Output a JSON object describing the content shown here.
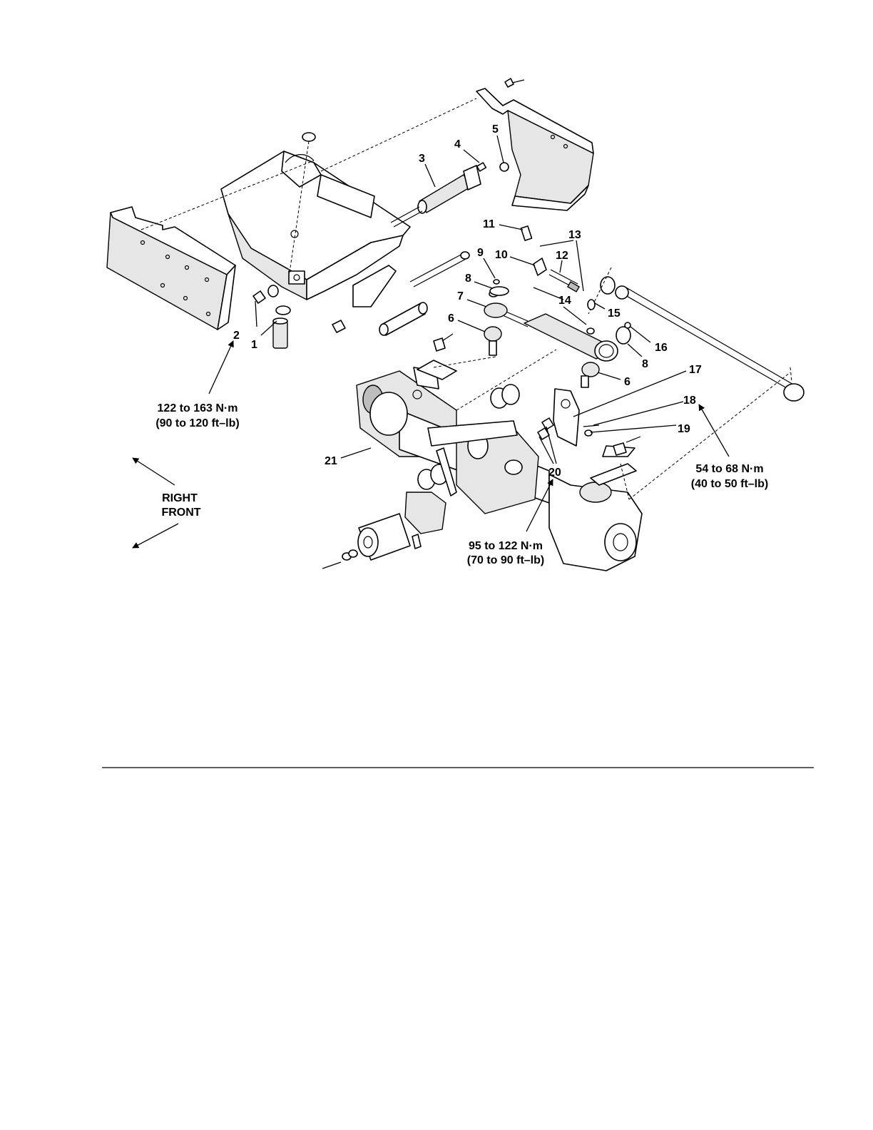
{
  "figure": {
    "callouts": [
      "1",
      "2",
      "3",
      "4",
      "5",
      "6",
      "6",
      "7",
      "8",
      "8",
      "9",
      "10",
      "11",
      "12",
      "13",
      "14",
      "15",
      "16",
      "17",
      "18",
      "19",
      "20",
      "21"
    ],
    "torque_specs": [
      {
        "line1": "122 to 163 N·m",
        "line2": "(90 to 120 ft–lb)"
      },
      {
        "line1": "95 to 122 N·m",
        "line2": "(70 to 90 ft–lb)"
      },
      {
        "line1": "54 to 68 N·m",
        "line2": "(40 to 50 ft–lb)"
      }
    ],
    "orientation": {
      "line1": "RIGHT",
      "line2": "FRONT"
    }
  }
}
